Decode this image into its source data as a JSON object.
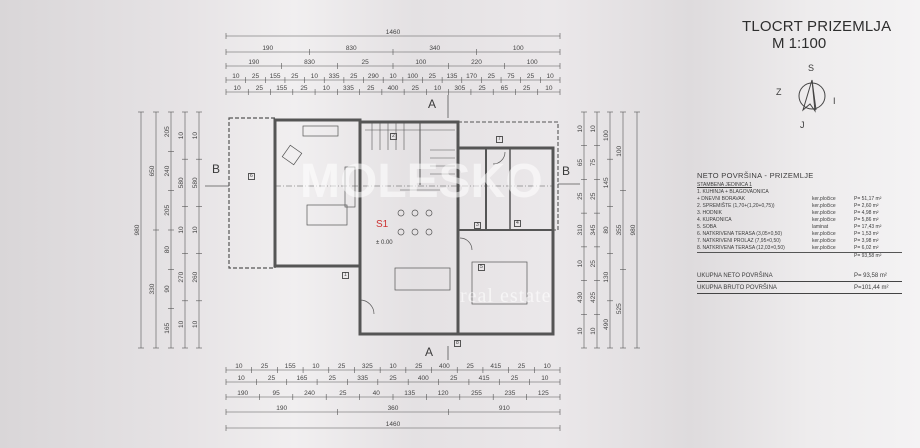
{
  "header": {
    "title": "TLOCRT PRIZEMLJA",
    "scale": "M 1:100"
  },
  "compass": {
    "north": "S",
    "south": "J",
    "west": "Z",
    "east": "I"
  },
  "section_marks": {
    "a_top": "A",
    "a_bottom": "A",
    "b_left": "B",
    "b_right": "B"
  },
  "space_label": "S1",
  "level_label": "± 0.00",
  "watermark": {
    "brand": "MOLESKO",
    "sub": "real estate"
  },
  "dimensions": {
    "top": [
      [
        "1460"
      ],
      [
        "190",
        "830",
        "340",
        "100"
      ],
      [
        "190",
        "830",
        "25",
        "100",
        "220",
        "100"
      ],
      [
        "10",
        "25",
        "155",
        "25",
        "10",
        "335",
        "25",
        "290",
        "10",
        "100",
        "25",
        "135",
        "170",
        "25",
        "75",
        "25",
        "10"
      ],
      [
        "10",
        "25",
        "155",
        "25",
        "10",
        "335",
        "25",
        "400",
        "25",
        "10",
        "305",
        "25",
        "65",
        "25",
        "10"
      ]
    ],
    "bottom": [
      [
        "10",
        "25",
        "155",
        "10",
        "25",
        "325",
        "10",
        "25",
        "400",
        "25",
        "415",
        "25",
        "10"
      ],
      [
        "10",
        "25",
        "165",
        "25",
        "335",
        "25",
        "400",
        "25",
        "415",
        "25",
        "10"
      ],
      [
        "190",
        "95",
        "240",
        "25",
        "40",
        "135",
        "120",
        "255",
        "235",
        "125"
      ],
      [
        "190",
        "360",
        "910"
      ],
      [
        "1460"
      ]
    ],
    "left": [
      [
        "980"
      ],
      [
        "650",
        "330"
      ],
      [
        "205",
        "240",
        "205",
        "80",
        "90",
        "165"
      ],
      [
        "10",
        "580",
        "10",
        "270",
        "10"
      ],
      [
        "10",
        "580",
        "10",
        "260",
        "10"
      ]
    ],
    "right": [
      [
        "10",
        "65",
        "25",
        "310",
        "10",
        "430",
        "10"
      ],
      [
        "10",
        "75",
        "25",
        "345",
        "25",
        "425",
        "10"
      ],
      [
        "100",
        "145",
        "80",
        "130",
        "490"
      ],
      [
        "100",
        "355",
        "525"
      ],
      [
        "980"
      ]
    ]
  },
  "legend": {
    "title": "NETO POVRŠINA - PRIZEMLJE",
    "unit_label": "STAMBENA JEDINICA 1",
    "rooms": [
      {
        "name": "1. KUHINJA + BLAGOVAONICA",
        "name2": "+ DNEVNI BORAVAK",
        "material": "ker.pločice",
        "area": "P= 51,17 m²"
      },
      {
        "name": "2. SPREMIŠTE (1,70+(1,20+0,75))",
        "material": "ker.pločice",
        "area": "P= 2,60 m²"
      },
      {
        "name": "3. HODNIK",
        "material": "ker.pločice",
        "area": "P= 4,98 m²"
      },
      {
        "name": "4. KUPAONICA",
        "material": "ker.pločice",
        "area": "P= 5,86 m²"
      },
      {
        "name": "5. SOBA",
        "material": "laminat",
        "area": "P= 17,43 m²"
      },
      {
        "name": "6. NATKRIVENA TERASA (3,05×0,50)",
        "material": "ker.pločice",
        "area": "P= 1,53 m²"
      },
      {
        "name": "7. NATKRIVENI PROLAZ (7,95×0,50)",
        "material": "ker.pločice",
        "area": "P= 3,98 m²"
      },
      {
        "name": "8. NATKRIVENA TERASA (12,03×0,50)",
        "material": "ker.pločice",
        "area": "P= 6,02 m²"
      }
    ],
    "subtotal": "P= 93,58 m²",
    "net_total_label": "UKUPNA NETO POVRŠINA",
    "net_total": "P= 93,58 m²",
    "gross_total_label": "UKUPNA BRUTO POVRŠINA",
    "gross_total": "P=101,44 m²"
  },
  "room_numbers": [
    "1",
    "2",
    "3",
    "4",
    "5",
    "6",
    "7",
    "8"
  ]
}
